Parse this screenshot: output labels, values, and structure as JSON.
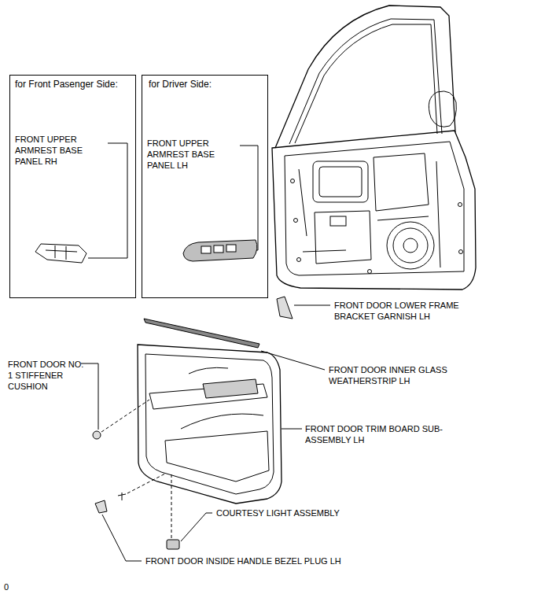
{
  "diagram": {
    "nodes": [
      {
        "text": [
          "for Front Pasenger Side:",
          "FRONT UPPER ARMREST BASE PANEL RH"
        ]
      },
      {
        "text": [
          "for Driver Side:",
          "FRONT UPPER ARMREST BASE PANEL LH"
        ]
      }
    ],
    "labels": [
      "FRONT DOOR LOWER FRAME BRACKET GARNISH LH",
      "FRONT DOOR INNER GLASS WEATHERSTRIP LH",
      "FRONT DOOR NO. 1 STIFFENER CUSHION",
      "FRONT DOOR TRIM BOARD SUB-ASSEMBLY LH",
      "COURTESY LIGHT ASSEMBLY",
      "FRONT DOOR INSIDE HANDLE BEZEL PLUG LH",
      "0"
    ]
  }
}
